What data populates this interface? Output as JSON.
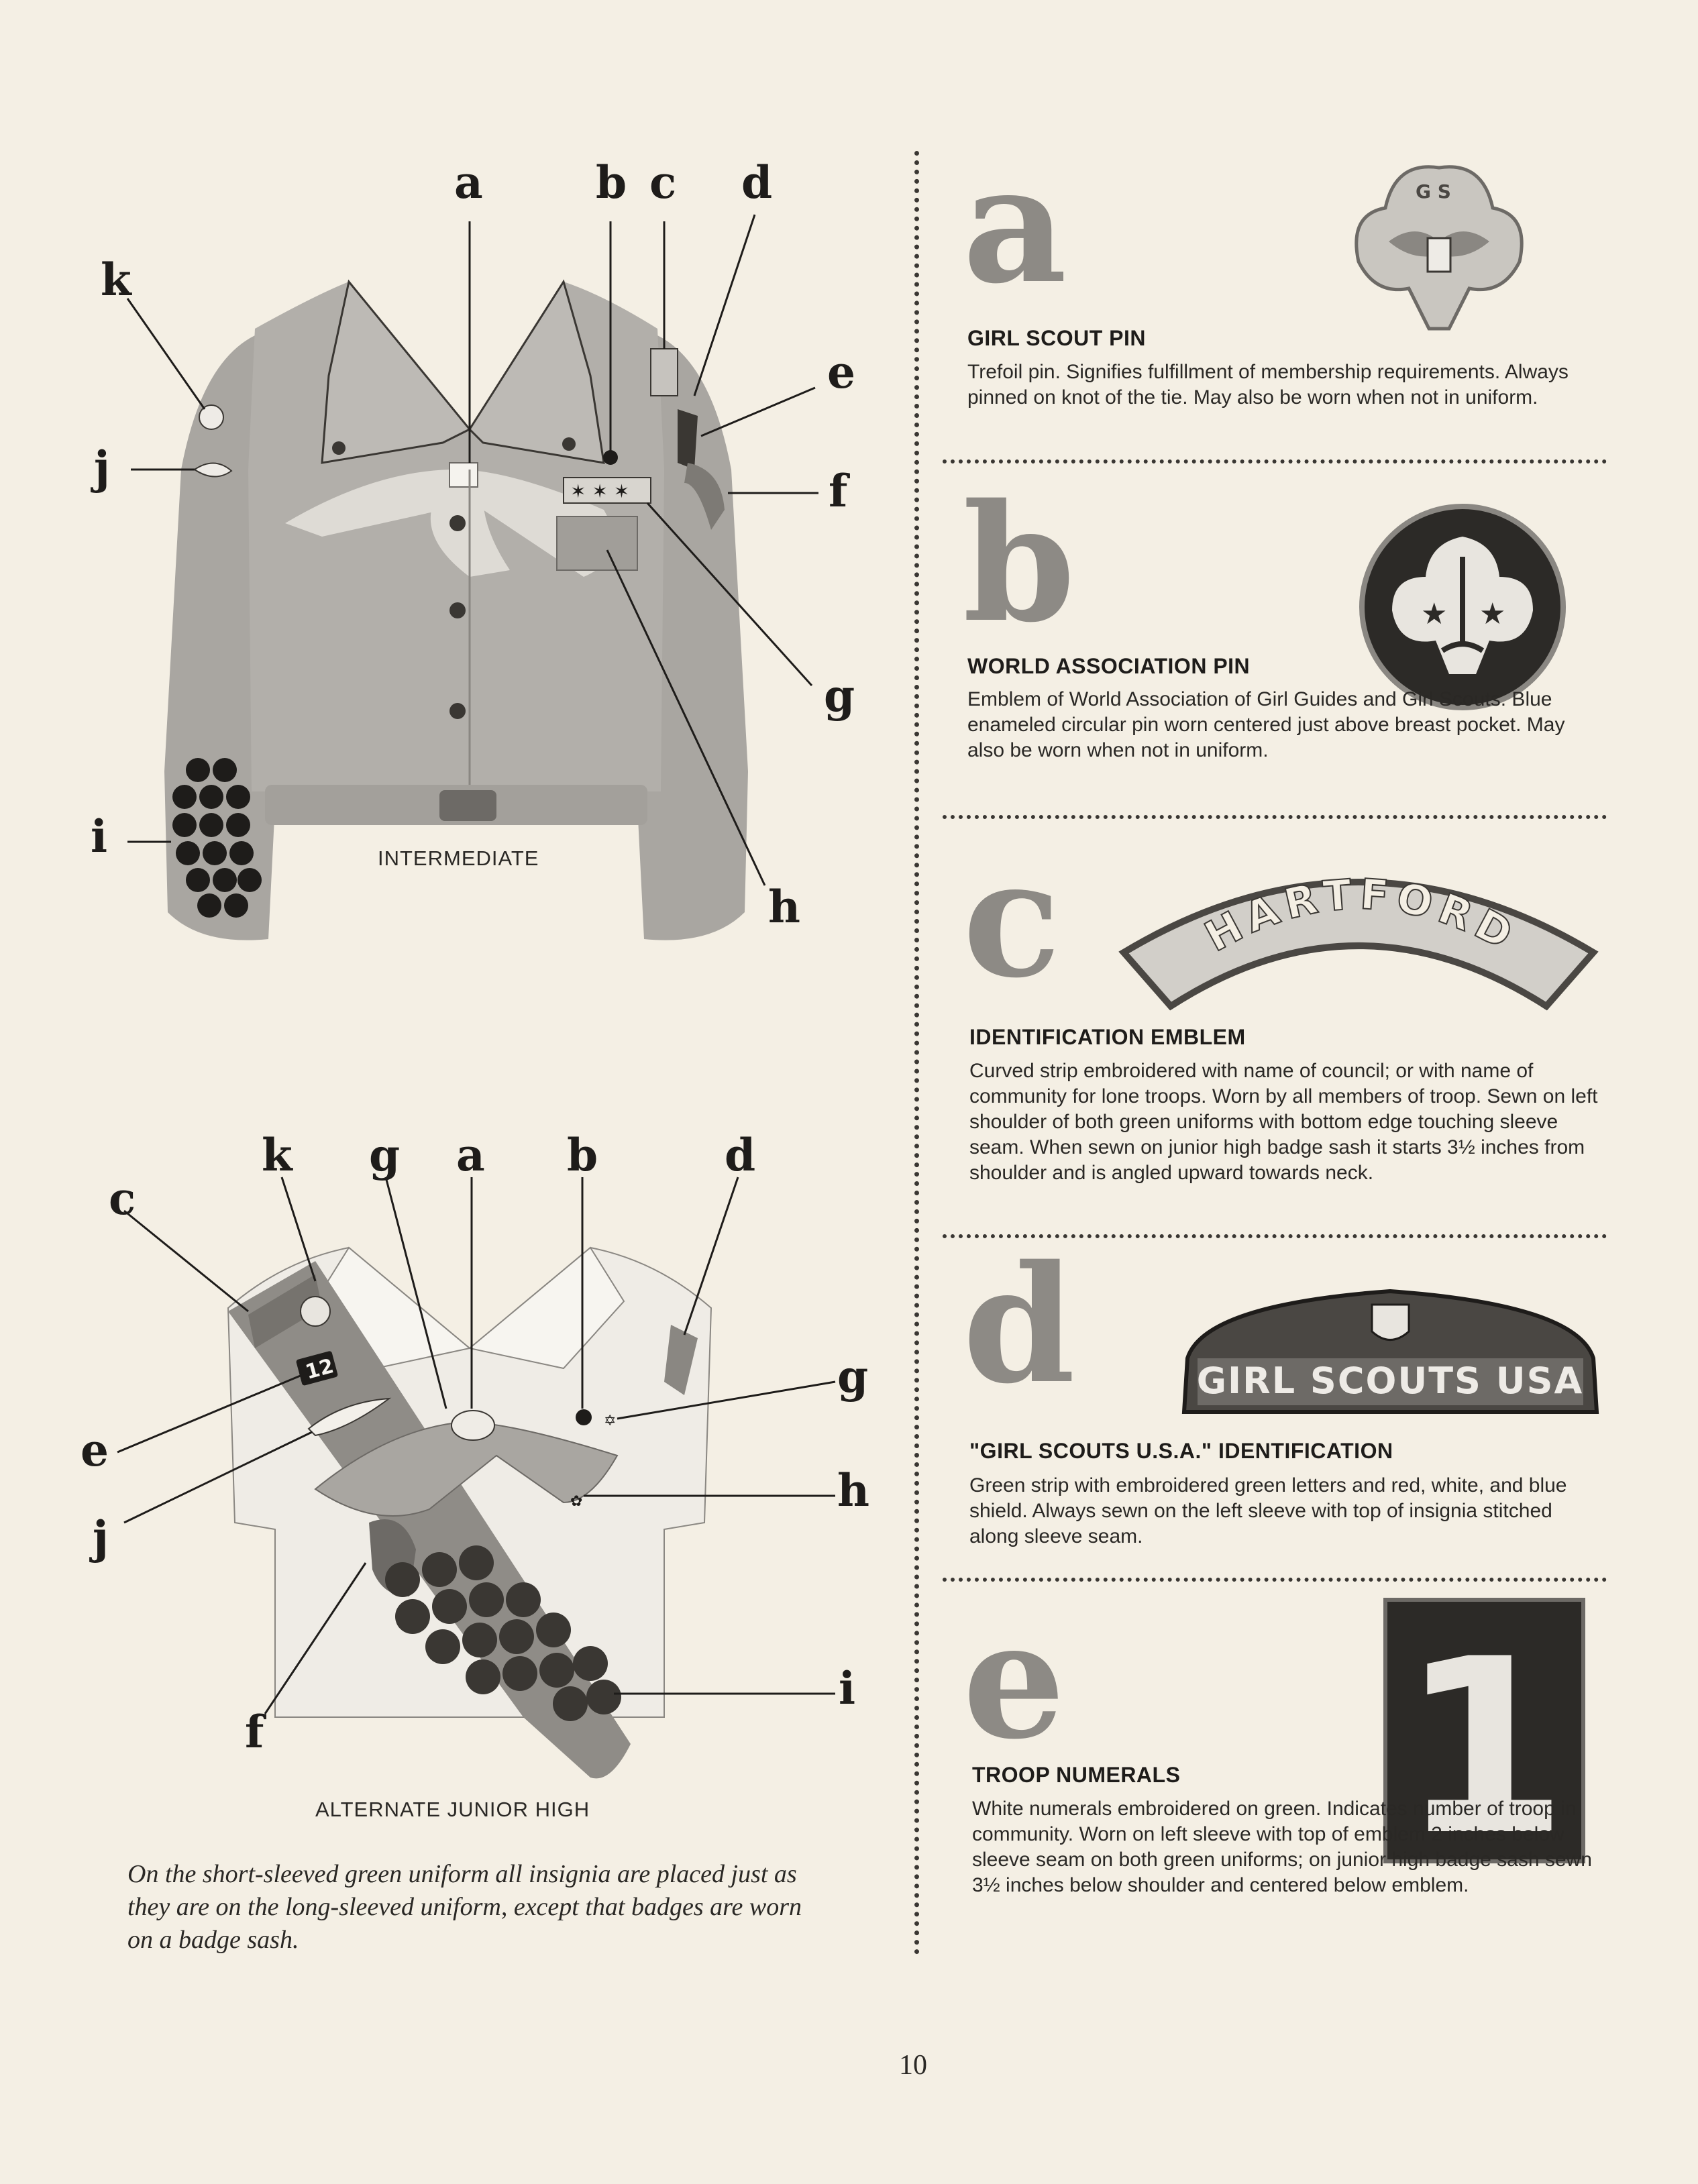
{
  "callouts": {
    "top": {
      "a": "a",
      "b": "b",
      "c": "c",
      "d": "d",
      "e": "e",
      "f": "f",
      "g": "g",
      "h": "h",
      "i": "i",
      "j": "j",
      "k": "k"
    },
    "bottom": {
      "a": "a",
      "b": "b",
      "c": "c",
      "d": "d",
      "e": "e",
      "f": "f",
      "g1": "g",
      "g2": "g",
      "h": "h",
      "i": "i",
      "j": "j",
      "k": "k"
    }
  },
  "captions": {
    "intermediate": "INTERMEDIATE",
    "junior_high": "ALTERNATE JUNIOR HIGH"
  },
  "note": "On the short-sleeved green uniform all insignia are placed just as they are on the long-sleeved uniform, except that badges are worn on a badge sash.",
  "badge_numeral": "12",
  "sections": [
    {
      "letter": "a",
      "title": "GIRL SCOUT PIN",
      "body": "Trefoil pin. Signifies fulfillment of membership requirements. Always pinned on knot of the tie. May also be worn when not in uniform.",
      "emblem_text": "G S"
    },
    {
      "letter": "b",
      "title": "WORLD ASSOCIATION PIN",
      "body": "Emblem of World Association of Girl Guides and Girl Scouts. Blue enameled circular pin worn centered just above breast pocket. May also be worn when not in uniform."
    },
    {
      "letter": "c",
      "title": "IDENTIFICATION EMBLEM",
      "body": "Curved strip embroidered with name of council; or with name of community for lone troops. Worn by all members of troop. Sewn on left shoulder of both green uniforms with bottom edge touching sleeve seam. When sewn on junior high badge sash it starts 3½ inches from shoulder and is angled upward towards neck.",
      "emblem_text": "HARTFORD"
    },
    {
      "letter": "d",
      "title": "\"GIRL SCOUTS U.S.A.\" IDENTIFICATION",
      "body": "Green strip with embroidered green letters and red, white, and blue shield. Always sewn on the left sleeve with top of insignia stitched along sleeve seam.",
      "emblem_text": "GIRL SCOUTS USA"
    },
    {
      "letter": "e",
      "title": "TROOP NUMERALS",
      "body": "White numerals embroidered on green. Indicates number of troop in community. Worn on left sleeve with top of emblem 2 inches below sleeve seam on both green uniforms; on junior high badge sash sewn 3½ inches below shoulder and centered below emblem.",
      "emblem_text": "1"
    }
  ],
  "page_number": "10",
  "colors": {
    "paper": "#f4efe4",
    "uniform_gray": "#a9a6a1",
    "dark_badge": "#1e1c1a",
    "letter_gray": "#8d8a85"
  }
}
